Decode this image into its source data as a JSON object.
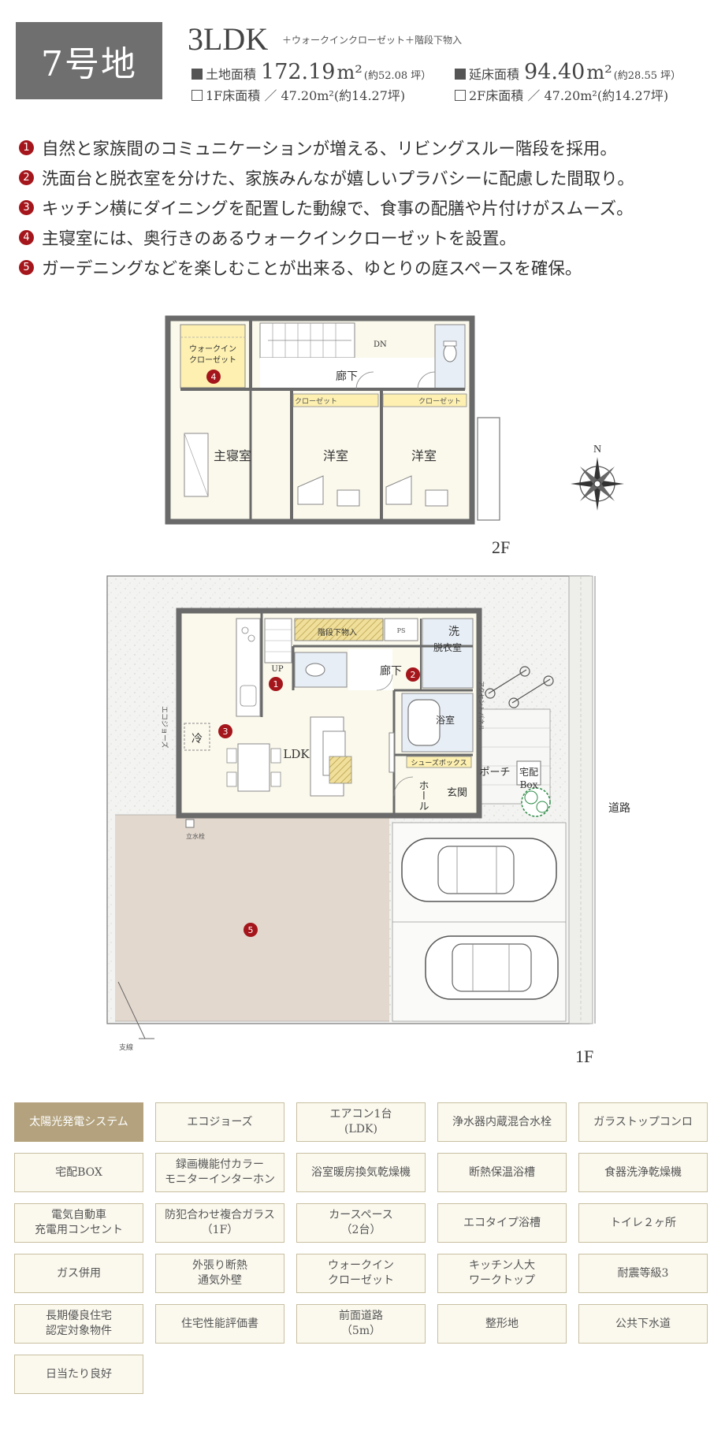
{
  "header": {
    "lot": "7号地",
    "plan_type": "3LDK",
    "plan_extra": "＋ウォークインクローゼット＋階段下物入",
    "land_area_label": "土地面積",
    "land_area_value": "172.19",
    "land_area_unit": "m²",
    "land_area_tsubo": "(約52.08 坪）",
    "floor_area_label": "延床面積",
    "floor_area_value": "94.40",
    "floor_area_unit": "m²",
    "floor_area_tsubo": "(約28.55 坪）",
    "f1_area": "1F床面積 ／ 47.20m²(約14.27坪)",
    "f2_area": "2F床面積 ／ 47.20m²(約14.27坪)"
  },
  "features": [
    {
      "num": "1",
      "text": "自然と家族間のコミュニケーションが増える、リビングスルー階段を採用。"
    },
    {
      "num": "2",
      "text": "洗面台と脱衣室を分けた、家族みんなが嬉しいプラバシーに配慮した間取り。"
    },
    {
      "num": "3",
      "text": "キッチン横にダイニングを配置した動線で、食事の配膳や片付けがスムーズ。"
    },
    {
      "num": "4",
      "text": "主寝室には、奥行きのあるウォークインクローゼットを設置。"
    },
    {
      "num": "5",
      "text": "ガーデニングなどを楽しむことが出来る、ゆとりの庭スペースを確保。"
    }
  ],
  "plan2f": {
    "floor": "2F",
    "wic_line1": "ウォークイン",
    "wic_line2": "クローゼット",
    "dn": "DN",
    "hall": "廊下",
    "closet1": "クローゼット",
    "closet2": "クローゼット",
    "master": "主寝室",
    "room1": "洋室",
    "room2": "洋室",
    "marker4": "4",
    "compass": "N"
  },
  "plan1f": {
    "floor": "1F",
    "under_stair": "階段下物入",
    "ps": "PS",
    "wash_1": "洗",
    "dressing": "脱衣室",
    "up": "UP",
    "hall": "廊下",
    "ecojoes": "エコジョーズ",
    "fridge": "冷",
    "ldk": "LDK",
    "bath": "浴室",
    "shoebox": "シューズボックス",
    "hall2": "ホール",
    "entrance": "玄関",
    "porch": "ポーチ",
    "accent_panel": "アクセントパネル",
    "delivery_1": "宅配",
    "delivery_2": "Box",
    "road": "道路",
    "faucet": "立水栓",
    "guy_wire": "支線",
    "marker1": "1",
    "marker2": "2",
    "marker3": "3",
    "marker5": "5"
  },
  "equipment": [
    {
      "label": "太陽光発電システム",
      "highlight": true
    },
    {
      "label": "エコジョーズ",
      "highlight": false
    },
    {
      "label": "エアコン1台\n(LDK)",
      "highlight": false
    },
    {
      "label": "浄水器内蔵混合水栓",
      "highlight": false
    },
    {
      "label": "ガラストップコンロ",
      "highlight": false
    },
    {
      "label": "宅配BOX",
      "highlight": false
    },
    {
      "label": "録画機能付カラー\nモニターインターホン",
      "highlight": false
    },
    {
      "label": "浴室暖房換気乾燥機",
      "highlight": false
    },
    {
      "label": "断熱保温浴槽",
      "highlight": false
    },
    {
      "label": "食器洗浄乾燥機",
      "highlight": false
    },
    {
      "label": "電気自動車\n充電用コンセント",
      "highlight": false
    },
    {
      "label": "防犯合わせ複合ガラス\n（1F）",
      "highlight": false
    },
    {
      "label": "カースペース\n（2台）",
      "highlight": false
    },
    {
      "label": "エコタイプ浴槽",
      "highlight": false
    },
    {
      "label": "トイレ２ヶ所",
      "highlight": false
    },
    {
      "label": "ガス併用",
      "highlight": false
    },
    {
      "label": "外張り断熱\n通気外壁",
      "highlight": false
    },
    {
      "label": "ウォークイン\nクローゼット",
      "highlight": false
    },
    {
      "label": "キッチン人大\nワークトップ",
      "highlight": false
    },
    {
      "label": "耐震等級3",
      "highlight": false
    },
    {
      "label": "長期優良住宅\n認定対象物件",
      "highlight": false
    },
    {
      "label": "住宅性能評価書",
      "highlight": false
    },
    {
      "label": "前面道路\n（5m）",
      "highlight": false
    },
    {
      "label": "整形地",
      "highlight": false
    },
    {
      "label": "公共下水道",
      "highlight": false
    },
    {
      "label": "日当たり良好",
      "highlight": false
    }
  ]
}
